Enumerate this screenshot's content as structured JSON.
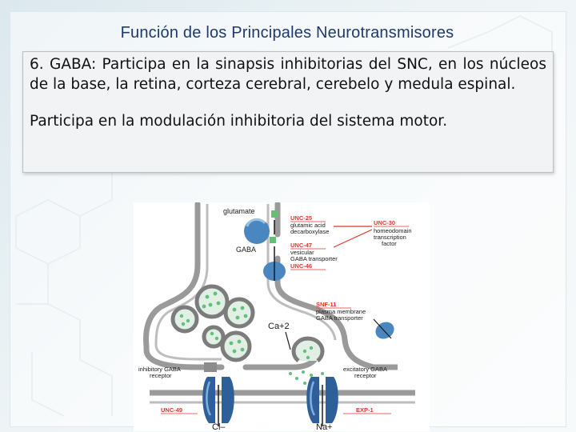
{
  "slide": {
    "title": "Función de los Principales Neurotransmisores",
    "paragraph1": "6. GABA: Participa en la sinapsis inhibitorias del SNC, en los núcleos de la base, la retina, corteza cerebral, cerebelo y medula espinal.",
    "paragraph2": "Participa en la modulación inhibitoria del sistema motor."
  },
  "diagram": {
    "labels": {
      "glutamate": "glutamate",
      "gaba": "GABA",
      "calcium": "Ca+2",
      "chloride": "Cl–",
      "sodium": "Na+"
    },
    "callouts": {
      "unc25": "UNC-25",
      "gad_line1": "glutamic acid",
      "gad_line2": "decarboxylase",
      "unc30": "UNC-30",
      "homeodomain_line1": "homeodomain",
      "homeodomain_line2": "transcription",
      "homeodomain_line3": "factor",
      "unc47": "UNC-47",
      "vgat_line1": "vesicular",
      "vgat_line2": "GABA transporter",
      "unc46": "UNC-46",
      "snf11": "SNF-11",
      "pmt_line1": "plasma membrane",
      "pmt_line2": "GABA transporter",
      "inhib_line1": "inhibitory GABA",
      "inhib_line2": "receptor",
      "unc49": "UNC-49",
      "excit_line1": "excitatory GABA",
      "excit_line2": "receptor",
      "exp1": "EXP-1"
    },
    "colors": {
      "membrane": "#9a9a9a",
      "vesicle": "#7c7c7c",
      "gaba_dot": "#63c07a",
      "enzyme_blue": "#4a86bf",
      "label_red": "#d83a2b",
      "arrow": "#1a1a1a"
    }
  }
}
